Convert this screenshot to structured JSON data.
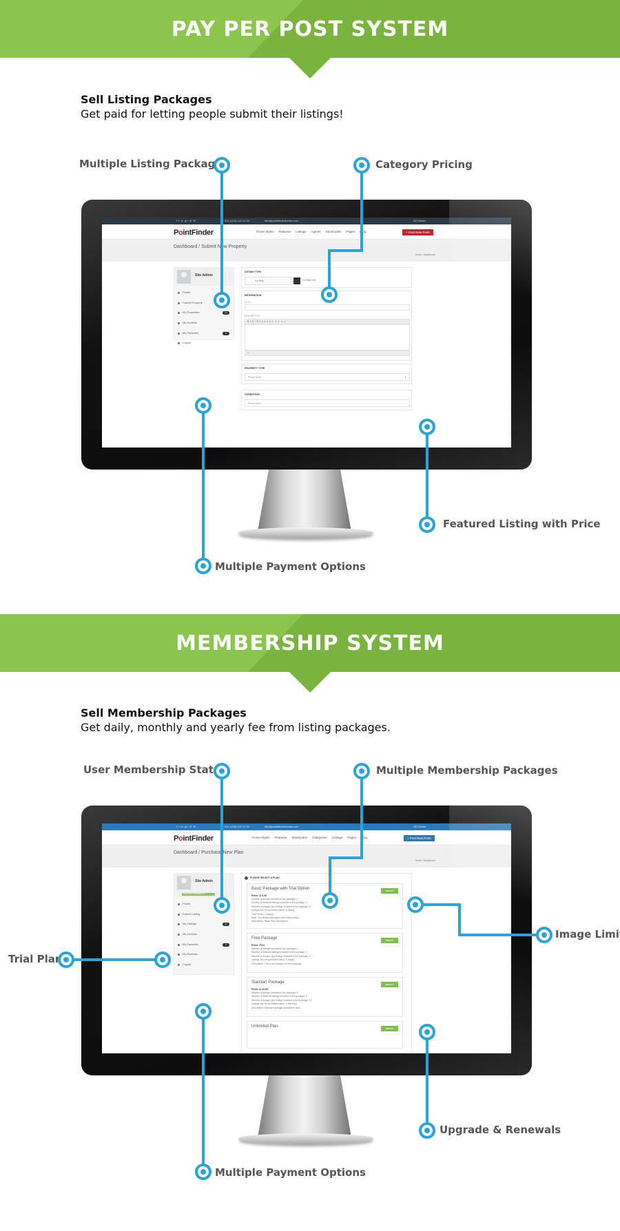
{
  "sections": [
    {
      "banner": "PAY PER POST SYSTEM",
      "heading": "Sell Listing Packages",
      "subheading": "Get paid for letting people submit their listings!",
      "callouts": {
        "multiple_listing_packages": "Multiple Listing Packages",
        "category_pricing": "Category Pricing",
        "featured_listing": "Featured Listing with Price",
        "multiple_payment_options": "Multiple Payment Options"
      }
    },
    {
      "banner": "MEMBERSHIP SYSTEM",
      "heading": "Sell Membership Packages",
      "subheading": "Get daily, monthly and yearly fee from listing packages.",
      "callouts": {
        "user_membership_status": "User Membership Status",
        "multiple_membership_packages": "Multiple Membership Packages",
        "image_limit": "Image Limit",
        "trial_plan": "Trial Plan",
        "upgrade_renewals": "Upgrade & Renewals",
        "multiple_payment_options": "Multiple Payment Options"
      }
    }
  ],
  "screen1": {
    "topbar_phone": "001 (123) 123 12 34",
    "topbar_email": "info@pointfindertheme.com",
    "topbar_user": "AD Owner",
    "logo_p": "P",
    "logo_o": "o",
    "logo_rest": "intFinder",
    "nav": [
      "Home Styles",
      "Features",
      "Listings",
      "Agents",
      "Shortcodes",
      "Pages",
      "Blog"
    ],
    "post_button": "+ Post New Point",
    "breadcrumb_title": "Dashboard / Submit New Property",
    "breadcrumb_right": "Home / Dashboard",
    "user_name": "Site Admin",
    "menu": [
      "Profile",
      "Submit Property",
      "My Properties",
      "My Invoices",
      "My Favorites",
      "Logout"
    ],
    "menu_counts": {
      "my_properties": "22",
      "my_favorites": "8"
    },
    "listing_type_header": "LISTING TYPE",
    "for_rent": "For Rent",
    "for_sale": "For Sale (0.0)",
    "information_header": "INFORMATION",
    "title_label": "TITLE:",
    "description_label": "DESCRIPTION:",
    "editor_footer": "P",
    "property_type_header": "PROPERTY TYPE",
    "property_type_placeholder": "Please select",
    "conditions_header": "CONDITIONS",
    "conditions_placeholder": "Please select"
  },
  "screen2": {
    "topbar_phone": "001 (123) 123 12 34",
    "topbar_email": "info@pointfindertheme.com",
    "topbar_user": "AD Owner",
    "logo_p": "P",
    "logo_o": "o",
    "logo_rest": "intFinder",
    "nav": [
      "Home Styles",
      "Features",
      "Shortcodes",
      "Categories",
      "Listings",
      "Pages",
      "Blog"
    ],
    "post_button": "+ Post New Point",
    "breadcrumb_title": "Dashboard / Purchase New Plan",
    "breadcrumb_right": "Home / Dashboard",
    "user_name": "Site Admin",
    "membership_badge": "PURCHASE MEMBERSHIP",
    "menu": [
      "Profile",
      "Submit Listing",
      "My Listings",
      "My Invoices",
      "My Favorites",
      "My Reviews",
      "Logout"
    ],
    "menu_counts": {
      "my_listings": "22",
      "my_favorites": "8"
    },
    "plans_header": "PLEASE SELECT A PLAN",
    "select_label": "SELECT",
    "plans": [
      {
        "name": "Basic Package with Trial Option",
        "price": "Price: $ 3.00",
        "lines": [
          "Number of listings included in the package: 2",
          "Number of featured listings included in the package: 0",
          "Number of images (per listing) included in the package: 5",
          "Listings can be submitted within: 5 Day(s)",
          "Trial Period: 1 Day(s)",
          "Note: Your listing will expire end of trial period",
          "Description: Basic Plan Description"
        ]
      },
      {
        "name": "Free Package",
        "price": "Price: Free",
        "lines": [
          "Number of listings included in the package: 1",
          "Number of featured listings included in the package: 0",
          "Number of images (per listing) included in the package: 5",
          "Listings can be submitted within: 5 Day(s)",
          "Description: This is an example for free package"
        ]
      },
      {
        "name": "Standart Package",
        "price": "Price: $ 10.00",
        "lines": [
          "Number of listings included in the package: 5",
          "Number of featured listings included in the package: 2",
          "Number of images (per listing) included in the package: 10",
          "Listings can be submitted within: 1 Month(s)",
          "Description: Standart package description area"
        ]
      },
      {
        "name": "Unlimited Plan",
        "price": "",
        "lines": []
      }
    ]
  },
  "colors": {
    "green": "#7ab43e",
    "green_light": "#8cc54d",
    "callout_blue": "#2aa3d8",
    "post_button_red": "#c8222b",
    "post_button_blue": "#2e78b6"
  }
}
